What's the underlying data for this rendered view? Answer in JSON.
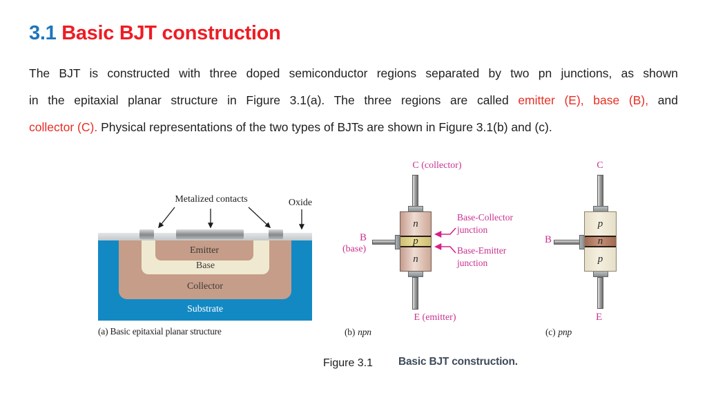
{
  "title": {
    "number": "3.1",
    "text": "Basic BJT construction"
  },
  "paragraph": {
    "line1": "The BJT is constructed with three doped semiconductor regions separated by two pn junctions, as shown",
    "line2_pre": "in the epitaxial planar structure in Figure 3.1(a). The three regions are called",
    "line2_red": "emitter (E), base (B),",
    "line2_post": "and",
    "line3_red": "collector (C).",
    "line3_post": "Physical representations of the two types of BJTs are shown in Figure 3.1(b) and (c)."
  },
  "figure": {
    "planar": {
      "label_contacts": "Metalized contacts",
      "label_oxide": "Oxide",
      "region_emitter": "Emitter",
      "region_base": "Base",
      "region_collector": "Collector",
      "region_substrate": "Substrate",
      "caption": "(a) Basic epitaxial planar structure"
    },
    "npn": {
      "terminal_collector": "C (collector)",
      "terminal_base_letter": "B",
      "terminal_base_word": "(base)",
      "terminal_emitter": "E (emitter)",
      "region_top": "n",
      "region_mid": "p",
      "region_bottom": "n",
      "junction_top_line1": "Base-Collector",
      "junction_top_line2": "junction",
      "junction_bottom_line1": "Base-Emitter",
      "junction_bottom_line2": "junction",
      "caption_prefix": "(b)",
      "caption_type": "npn"
    },
    "pnp": {
      "terminal_collector": "C",
      "terminal_base": "B",
      "terminal_emitter": "E",
      "region_top": "p",
      "region_mid": "n",
      "region_bottom": "p",
      "caption_prefix": "(c)",
      "caption_type": "pnp"
    },
    "caption": {
      "label": "Figure 3.1",
      "title": "Basic BJT construction."
    }
  },
  "colors": {
    "title_blue": "#1f75bc",
    "title_red": "#ee1c24",
    "inline_red": "#e62e24",
    "body_text": "#1f1f1f",
    "substrate_blue": "#1389c4",
    "region_tan": "#c69d88",
    "region_cream": "#f0e9d1",
    "oxide_gray": "#ccd0d2",
    "metal_gray": "#86898b",
    "npn_pink": "#e2c4b8",
    "p_khaki": "#e5d68c",
    "n_brown": "#b5795f",
    "pnp_cream": "#f0ead8",
    "magenta": "#c9308f",
    "caption_navy": "#3d4b59"
  }
}
